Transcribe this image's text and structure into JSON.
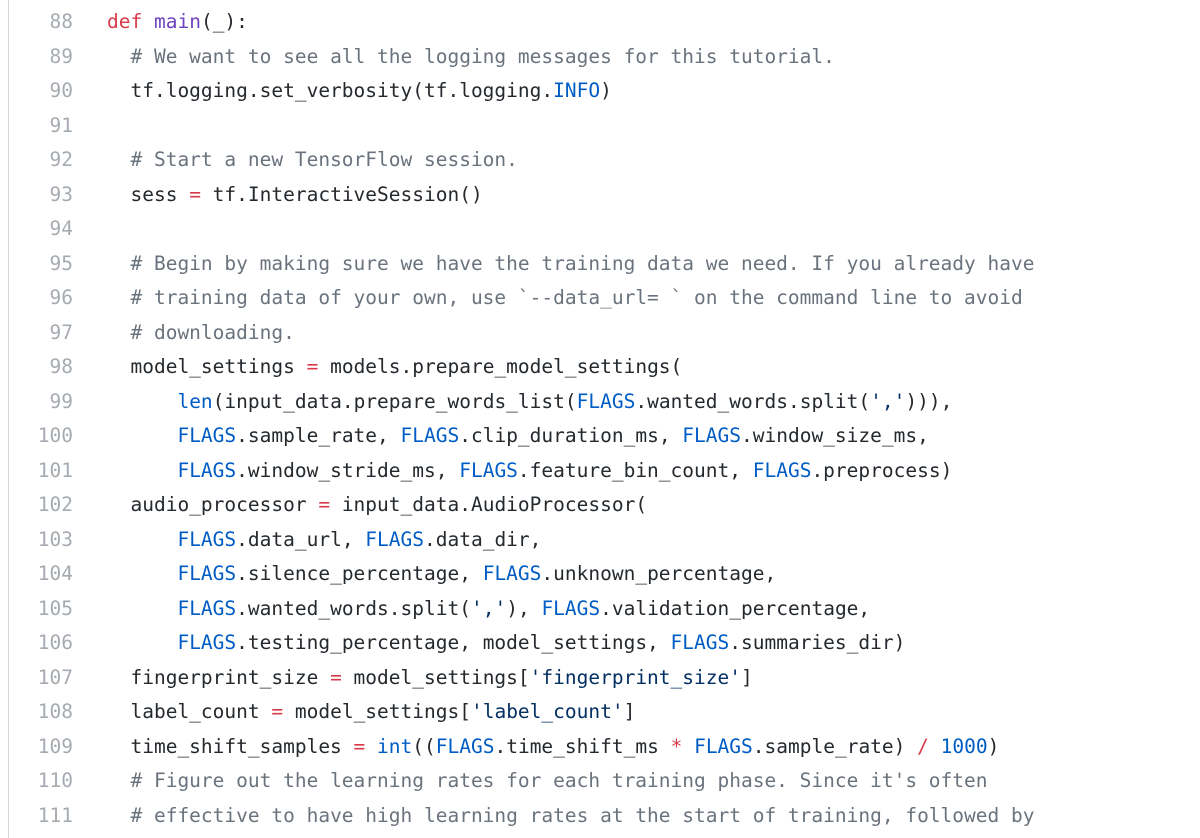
{
  "viewer": {
    "language": "python",
    "colors": {
      "keyword": "#d73a49",
      "function_name": "#6f42c1",
      "comment": "#6a737d",
      "builtin_constant": "#005cc5",
      "string": "#032f62",
      "operator": "#d73a49",
      "text": "#24292e",
      "line_number": "#a6abb1"
    },
    "lines": [
      {
        "number": "88",
        "tokens": [
          {
            "t": "k",
            "v": "def"
          },
          {
            "t": "p",
            "v": " "
          },
          {
            "t": "f",
            "v": "main"
          },
          {
            "t": "p",
            "v": "(_):"
          }
        ]
      },
      {
        "number": "89",
        "tokens": [
          {
            "t": "p",
            "v": "  "
          },
          {
            "t": "c",
            "v": "# We want to see all the logging messages for this tutorial."
          }
        ]
      },
      {
        "number": "90",
        "tokens": [
          {
            "t": "p",
            "v": "  tf.logging.set_verbosity(tf.logging."
          },
          {
            "t": "b",
            "v": "INFO"
          },
          {
            "t": "p",
            "v": ")"
          }
        ]
      },
      {
        "number": "91",
        "tokens": []
      },
      {
        "number": "92",
        "tokens": [
          {
            "t": "p",
            "v": "  "
          },
          {
            "t": "c",
            "v": "# Start a new TensorFlow session."
          }
        ]
      },
      {
        "number": "93",
        "tokens": [
          {
            "t": "p",
            "v": "  sess "
          },
          {
            "t": "o",
            "v": "="
          },
          {
            "t": "p",
            "v": " tf.InteractiveSession()"
          }
        ]
      },
      {
        "number": "94",
        "tokens": []
      },
      {
        "number": "95",
        "tokens": [
          {
            "t": "p",
            "v": "  "
          },
          {
            "t": "c",
            "v": "# Begin by making sure we have the training data we need. If you already have"
          }
        ]
      },
      {
        "number": "96",
        "tokens": [
          {
            "t": "p",
            "v": "  "
          },
          {
            "t": "c",
            "v": "# training data of your own, use `--data_url= ` on the command line to avoid"
          }
        ]
      },
      {
        "number": "97",
        "tokens": [
          {
            "t": "p",
            "v": "  "
          },
          {
            "t": "c",
            "v": "# downloading."
          }
        ]
      },
      {
        "number": "98",
        "tokens": [
          {
            "t": "p",
            "v": "  model_settings "
          },
          {
            "t": "o",
            "v": "="
          },
          {
            "t": "p",
            "v": " models.prepare_model_settings("
          }
        ]
      },
      {
        "number": "99",
        "tokens": [
          {
            "t": "p",
            "v": "      "
          },
          {
            "t": "b",
            "v": "len"
          },
          {
            "t": "p",
            "v": "(input_data.prepare_words_list("
          },
          {
            "t": "b",
            "v": "FLAGS"
          },
          {
            "t": "p",
            "v": ".wanted_words.split("
          },
          {
            "t": "s",
            "v": "','"
          },
          {
            "t": "p",
            "v": "))),"
          }
        ]
      },
      {
        "number": "100",
        "tokens": [
          {
            "t": "p",
            "v": "      "
          },
          {
            "t": "b",
            "v": "FLAGS"
          },
          {
            "t": "p",
            "v": ".sample_rate, "
          },
          {
            "t": "b",
            "v": "FLAGS"
          },
          {
            "t": "p",
            "v": ".clip_duration_ms, "
          },
          {
            "t": "b",
            "v": "FLAGS"
          },
          {
            "t": "p",
            "v": ".window_size_ms,"
          }
        ]
      },
      {
        "number": "101",
        "tokens": [
          {
            "t": "p",
            "v": "      "
          },
          {
            "t": "b",
            "v": "FLAGS"
          },
          {
            "t": "p",
            "v": ".window_stride_ms, "
          },
          {
            "t": "b",
            "v": "FLAGS"
          },
          {
            "t": "p",
            "v": ".feature_bin_count, "
          },
          {
            "t": "b",
            "v": "FLAGS"
          },
          {
            "t": "p",
            "v": ".preprocess)"
          }
        ]
      },
      {
        "number": "102",
        "tokens": [
          {
            "t": "p",
            "v": "  audio_processor "
          },
          {
            "t": "o",
            "v": "="
          },
          {
            "t": "p",
            "v": " input_data.AudioProcessor("
          }
        ]
      },
      {
        "number": "103",
        "tokens": [
          {
            "t": "p",
            "v": "      "
          },
          {
            "t": "b",
            "v": "FLAGS"
          },
          {
            "t": "p",
            "v": ".data_url, "
          },
          {
            "t": "b",
            "v": "FLAGS"
          },
          {
            "t": "p",
            "v": ".data_dir,"
          }
        ]
      },
      {
        "number": "104",
        "tokens": [
          {
            "t": "p",
            "v": "      "
          },
          {
            "t": "b",
            "v": "FLAGS"
          },
          {
            "t": "p",
            "v": ".silence_percentage, "
          },
          {
            "t": "b",
            "v": "FLAGS"
          },
          {
            "t": "p",
            "v": ".unknown_percentage,"
          }
        ]
      },
      {
        "number": "105",
        "tokens": [
          {
            "t": "p",
            "v": "      "
          },
          {
            "t": "b",
            "v": "FLAGS"
          },
          {
            "t": "p",
            "v": ".wanted_words.split("
          },
          {
            "t": "s",
            "v": "','"
          },
          {
            "t": "p",
            "v": "), "
          },
          {
            "t": "b",
            "v": "FLAGS"
          },
          {
            "t": "p",
            "v": ".validation_percentage,"
          }
        ]
      },
      {
        "number": "106",
        "tokens": [
          {
            "t": "p",
            "v": "      "
          },
          {
            "t": "b",
            "v": "FLAGS"
          },
          {
            "t": "p",
            "v": ".testing_percentage, model_settings, "
          },
          {
            "t": "b",
            "v": "FLAGS"
          },
          {
            "t": "p",
            "v": ".summaries_dir)"
          }
        ]
      },
      {
        "number": "107",
        "tokens": [
          {
            "t": "p",
            "v": "  fingerprint_size "
          },
          {
            "t": "o",
            "v": "="
          },
          {
            "t": "p",
            "v": " model_settings["
          },
          {
            "t": "s",
            "v": "'fingerprint_size'"
          },
          {
            "t": "p",
            "v": "]"
          }
        ]
      },
      {
        "number": "108",
        "tokens": [
          {
            "t": "p",
            "v": "  label_count "
          },
          {
            "t": "o",
            "v": "="
          },
          {
            "t": "p",
            "v": " model_settings["
          },
          {
            "t": "s",
            "v": "'label_count'"
          },
          {
            "t": "p",
            "v": "]"
          }
        ]
      },
      {
        "number": "109",
        "tokens": [
          {
            "t": "p",
            "v": "  time_shift_samples "
          },
          {
            "t": "o",
            "v": "="
          },
          {
            "t": "p",
            "v": " "
          },
          {
            "t": "b",
            "v": "int"
          },
          {
            "t": "p",
            "v": "(("
          },
          {
            "t": "b",
            "v": "FLAGS"
          },
          {
            "t": "p",
            "v": ".time_shift_ms "
          },
          {
            "t": "o",
            "v": "*"
          },
          {
            "t": "p",
            "v": " "
          },
          {
            "t": "b",
            "v": "FLAGS"
          },
          {
            "t": "p",
            "v": ".sample_rate) "
          },
          {
            "t": "o",
            "v": "/"
          },
          {
            "t": "p",
            "v": " "
          },
          {
            "t": "b",
            "v": "1000"
          },
          {
            "t": "p",
            "v": ")"
          }
        ]
      },
      {
        "number": "110",
        "tokens": [
          {
            "t": "p",
            "v": "  "
          },
          {
            "t": "c",
            "v": "# Figure out the learning rates for each training phase. Since it's often"
          }
        ]
      },
      {
        "number": "111",
        "tokens": [
          {
            "t": "p",
            "v": "  "
          },
          {
            "t": "c",
            "v": "# effective to have high learning rates at the start of training, followed by"
          }
        ]
      }
    ]
  }
}
